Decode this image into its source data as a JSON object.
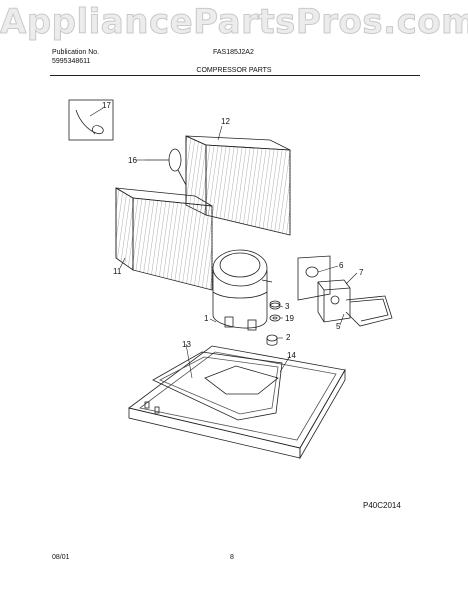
{
  "watermark": "AppliancePartsPros.com",
  "header": {
    "publication_label": "Publication No.",
    "publication_number": "5995348611",
    "model": "FAS185J2A2",
    "section_title": "COMPRESSOR PARTS"
  },
  "callouts": [
    "17",
    "12",
    "16",
    "11",
    "6",
    "7",
    "3",
    "19",
    "5",
    "1",
    "2",
    "13",
    "14"
  ],
  "figure_code": "P40C2014",
  "footer": {
    "date": "08/01",
    "page": "8"
  }
}
